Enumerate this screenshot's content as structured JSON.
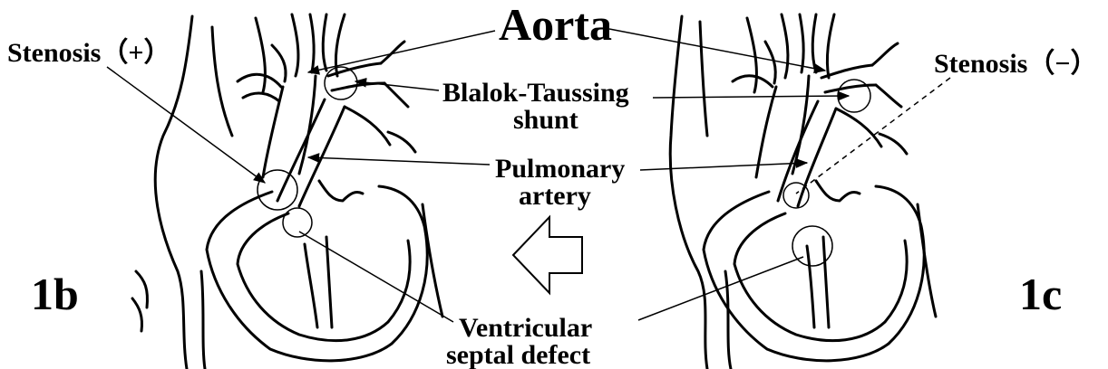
{
  "labels": {
    "aorta": "Aorta",
    "stenosis_plus": "Stenosis（+）",
    "stenosis_minus": "Stenosis（−）",
    "shunt_line1": "Blalok-Taussing",
    "shunt_line2": "shunt",
    "pulmonary_line1": "Pulmonary",
    "pulmonary_line2": "artery",
    "vsd_line1": "Ventricular",
    "vsd_line2": "septal defect",
    "panel_left": "1b",
    "panel_right": "1c"
  },
  "colors": {
    "ink": "#000000",
    "background": "#ffffff"
  },
  "icons": {
    "transition_arrow": "hollow-left-arrow"
  }
}
